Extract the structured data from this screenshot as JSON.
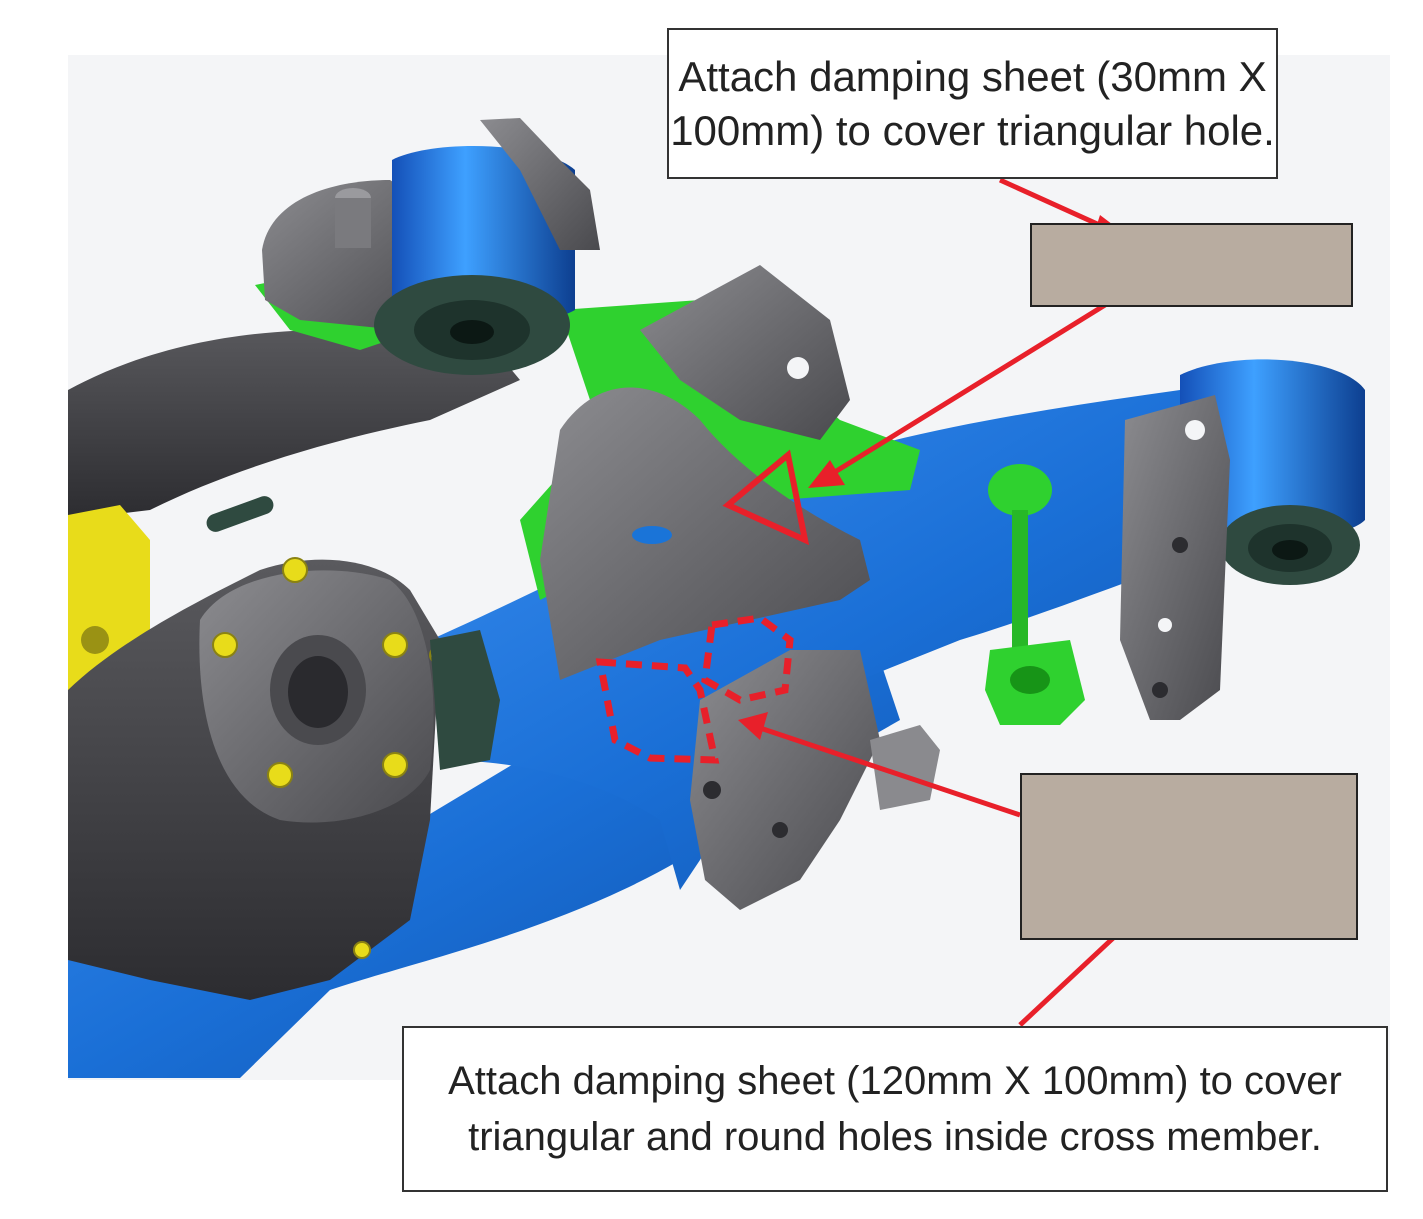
{
  "callouts": {
    "top": {
      "line1": "Attach damping sheet (30mm X",
      "line2": "100mm) to cover triangular hole."
    },
    "bottom": {
      "line1": "Attach damping sheet (120mm X 100mm) to cover",
      "line2": "triangular and round holes inside cross member."
    }
  },
  "colors": {
    "subframe_blue": "#1a74d8",
    "bracket_gray": "#6d6d70",
    "link_green": "#2fd12f",
    "bolt_yellow": "#e8dc1a",
    "arrow_red": "#e8202a",
    "damping_sheet": "#b8aca0"
  }
}
